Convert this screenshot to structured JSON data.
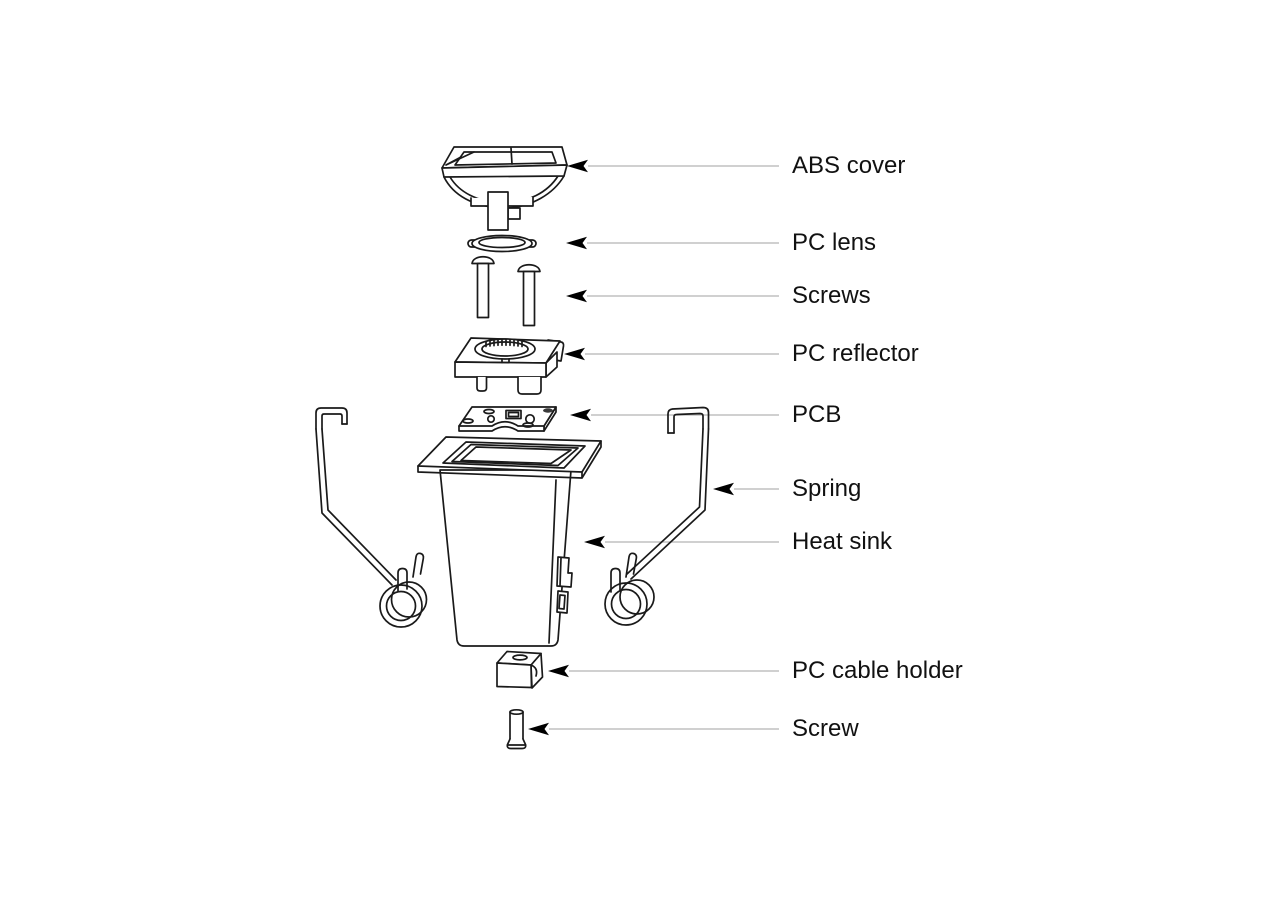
{
  "figure": {
    "kind": "exploded-view line diagram",
    "background": "white"
  },
  "labels": [
    {
      "id": "abs-cover",
      "label": "ABS cover"
    },
    {
      "id": "pc-lens",
      "label": "PC lens"
    },
    {
      "id": "screws",
      "label": "Screws"
    },
    {
      "id": "pc-reflector",
      "label": "PC reflector"
    },
    {
      "id": "pcb",
      "label": "PCB"
    },
    {
      "id": "spring",
      "label": "Spring"
    },
    {
      "id": "heat-sink",
      "label": "Heat sink"
    },
    {
      "id": "pc-cable-holder",
      "label": "PC cable holder"
    },
    {
      "id": "screw",
      "label": "Screw"
    }
  ],
  "colors": {
    "background": "#ffffff",
    "line_art": "#1a1a1a",
    "leader_line": "#b5b5b5",
    "arrowhead": "#000000",
    "label_text": "#111111"
  }
}
